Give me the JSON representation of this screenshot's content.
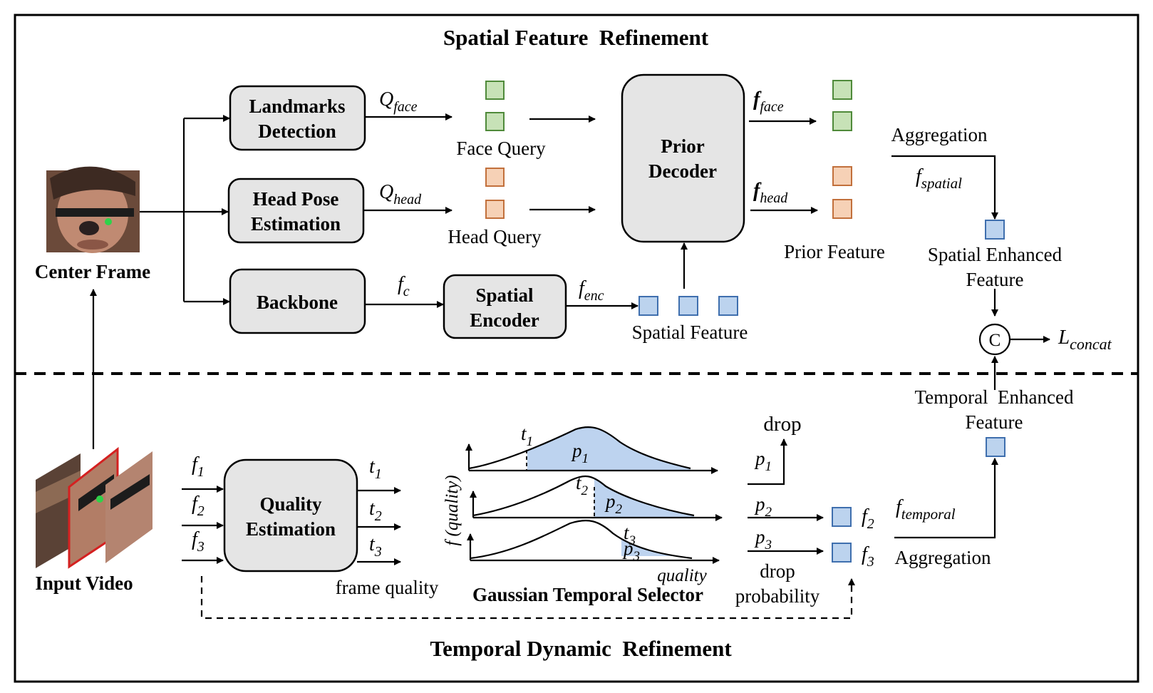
{
  "titles": {
    "spatial": "Spatial Feature  Refinement",
    "temporal": "Temporal Dynamic  Refinement"
  },
  "boxes": {
    "landmarks": [
      "Landmarks",
      "Detection"
    ],
    "headpose": [
      "Head Pose",
      "Estimation"
    ],
    "backbone": "Backbone",
    "spatial_encoder": [
      "Spatial",
      "Encoder"
    ],
    "prior_decoder": [
      "Prior",
      "Decoder"
    ],
    "quality": [
      "Quality",
      "Estimation"
    ]
  },
  "labels": {
    "center_frame": "Center Frame",
    "input_video": "Input Video",
    "face_query": "Face Query",
    "head_query": "Head Query",
    "spatial_feature": "Spatial Feature",
    "prior_feature": "Prior Feature",
    "aggregation_top": "Aggregation",
    "spatial_enhanced": [
      "Spatial Enhanced",
      "Feature"
    ],
    "temporal_enhanced": [
      "Temporal  Enhanced",
      "Feature"
    ],
    "aggregation_bottom": "Aggregation",
    "concat_symbol": "C",
    "frame_quality": "frame quality",
    "gts": "Gaussian Temporal Selector",
    "drop": "drop",
    "drop_probability": [
      "drop",
      "probability"
    ],
    "quality_axis": "quality",
    "f_quality_axis": "f (quality)"
  },
  "math": {
    "q_face": [
      "Q",
      "face"
    ],
    "q_head": [
      "Q",
      "head"
    ],
    "f_c": [
      "f",
      "c"
    ],
    "f_enc": [
      "f",
      "enc"
    ],
    "f_face": [
      "f",
      "face"
    ],
    "f_head": [
      "f",
      "head"
    ],
    "f_spatial": [
      "f",
      "spatial"
    ],
    "l_concat": [
      "L",
      "concat"
    ],
    "f_temporal": [
      "f",
      "temporal"
    ],
    "f1": [
      "f",
      "1"
    ],
    "f2": [
      "f",
      "2"
    ],
    "f3": [
      "f",
      "3"
    ],
    "t1": [
      "t",
      "1"
    ],
    "t2": [
      "t",
      "2"
    ],
    "t3": [
      "t",
      "3"
    ],
    "p1": [
      "p",
      "1"
    ],
    "p2": [
      "p",
      "2"
    ],
    "p3": [
      "p",
      "3"
    ]
  },
  "colors": {
    "face_query": "#c7e2b7",
    "head_query": "#f6d1b6",
    "feature_blue": "#bcd3ee",
    "box_fill": "#e5e5e5"
  }
}
